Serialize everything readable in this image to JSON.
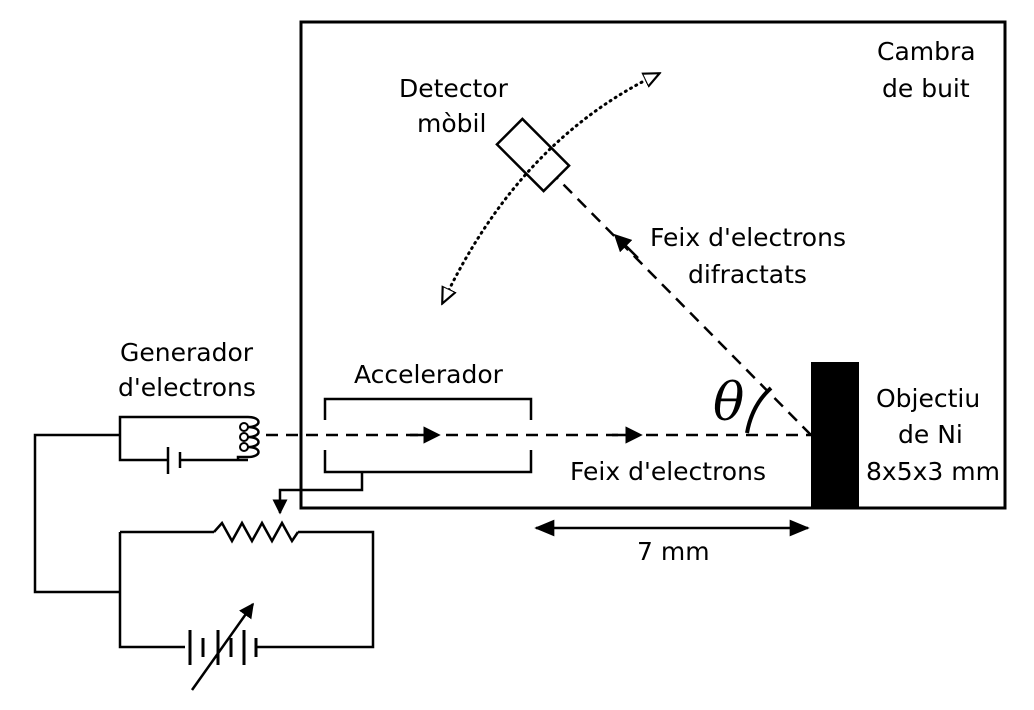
{
  "labels": {
    "chamber_line1": "Cambra",
    "chamber_line2": "de buit",
    "detector_line1": "Detector",
    "detector_line2": "mòbil",
    "diffracted_line1": "Feix d'electrons",
    "diffracted_line2": "difractats",
    "generator_line1": "Generador",
    "generator_line2": "d'electrons",
    "accelerator": "Accelerador",
    "beam": "Feix d'electrons",
    "target_line1": "Objectiu",
    "target_line2": "de Ni",
    "target_line3": "8x5x3 mm",
    "distance": "7 mm",
    "angle_symbol": "θ"
  }
}
